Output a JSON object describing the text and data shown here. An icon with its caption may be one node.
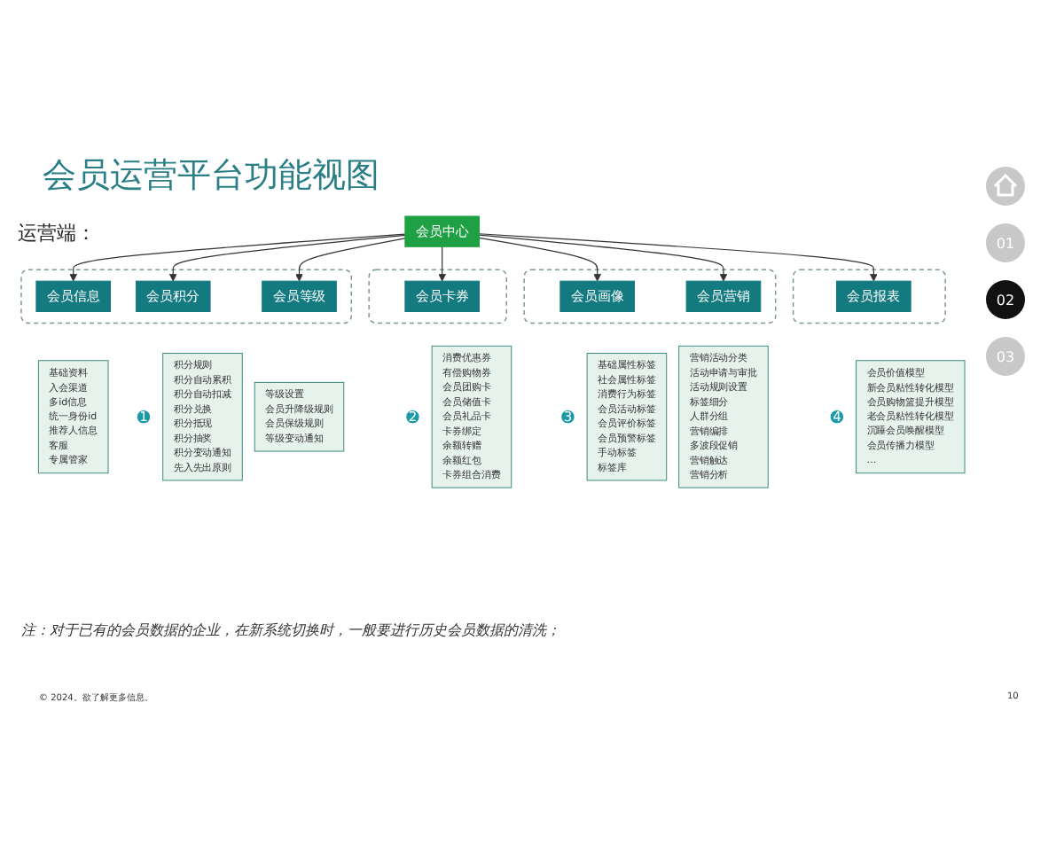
{
  "diagram": {
    "title": "会员运营平台功能视图",
    "nodes": [
      {
        "text": [
          "会员中心"
        ]
      },
      {
        "text": [],
        "shape": "box"
      },
      {
        "text": [
          "会员信息"
        ],
        "in": 1
      },
      {
        "text": [
          "会员积分"
        ],
        "in": 1
      },
      {
        "text": [
          "会员等级"
        ],
        "in": 1
      },
      {
        "text": [],
        "shape": "box"
      },
      {
        "text": [
          "会员卡券"
        ],
        "in": 5
      },
      {
        "text": [],
        "shape": "box"
      },
      {
        "text": [
          "会员画像"
        ],
        "in": 7
      },
      {
        "text": [
          "会员营销"
        ],
        "in": 7
      },
      {
        "text": [],
        "shape": "box"
      },
      {
        "text": [
          "会员报表"
        ],
        "in": 10
      },
      {
        "text": [
          "1"
        ]
      },
      {
        "text": [
          "2"
        ]
      },
      {
        "text": [
          "3"
        ]
      },
      {
        "text": [
          "4"
        ]
      },
      {
        "text": [
          "基础资料",
          "入会渠道",
          "多id信息",
          "统一身份id",
          "推荐人信息",
          "客服",
          "专属管家"
        ]
      },
      {
        "text": [
          "积分规则",
          "积分自动累积",
          "积分自动扣减",
          "积分兑换",
          "积分抵现",
          "积分抽奖",
          "积分变动通知",
          "先入先出原则"
        ]
      },
      {
        "text": [
          "等级设置",
          "会员升降级规则",
          "会员保级规则",
          "等级变动通知"
        ]
      },
      {
        "text": [
          "消费优惠券",
          "有偿购物券",
          "会员团购卡",
          "会员储值卡",
          "会员礼品卡",
          "卡券绑定",
          "余额转赠",
          "余额红包",
          "卡券组合消费"
        ]
      },
      {
        "text": [
          "基础属性标签",
          "社会属性标签",
          "消费行为标签",
          "会员活动标签",
          "会员评价标签",
          "会员预警标签",
          "手动标签",
          "标签库"
        ]
      },
      {
        "text": [
          "营销活动分类",
          "活动申请与审批",
          "活动规则设置",
          "标签细分",
          "人群分组",
          "营销编排",
          "多波段促销",
          "营销触达",
          "营销分析"
        ]
      },
      {
        "text": [
          "会员价值模型",
          "新会员粘性转化模型",
          "会员购物篮提升模型",
          "老会员粘性转化模型",
          "沉睡会员唤醒模型",
          "会员传播力模型",
          "…"
        ]
      }
    ],
    "edges": [
      {
        "from": 0,
        "to": 2,
        "arrow": "to"
      },
      {
        "from": 0,
        "to": 3,
        "arrow": "to"
      },
      {
        "from": 0,
        "to": 4,
        "arrow": "to"
      },
      {
        "from": 0,
        "to": 6,
        "arrow": "to"
      },
      {
        "from": 0,
        "to": 8,
        "arrow": "to"
      },
      {
        "from": 0,
        "to": 9,
        "arrow": "to"
      },
      {
        "from": 0,
        "to": 11,
        "arrow": "to"
      }
    ],
    "labels": [
      "运营端：",
      "01",
      "02",
      "03",
      "注：对于已有的会员数据的企业，在新系统切换时，一般要进行历史会员数据的清洗；",
      "© 2024。欲了解更多信息。",
      "10"
    ]
  }
}
